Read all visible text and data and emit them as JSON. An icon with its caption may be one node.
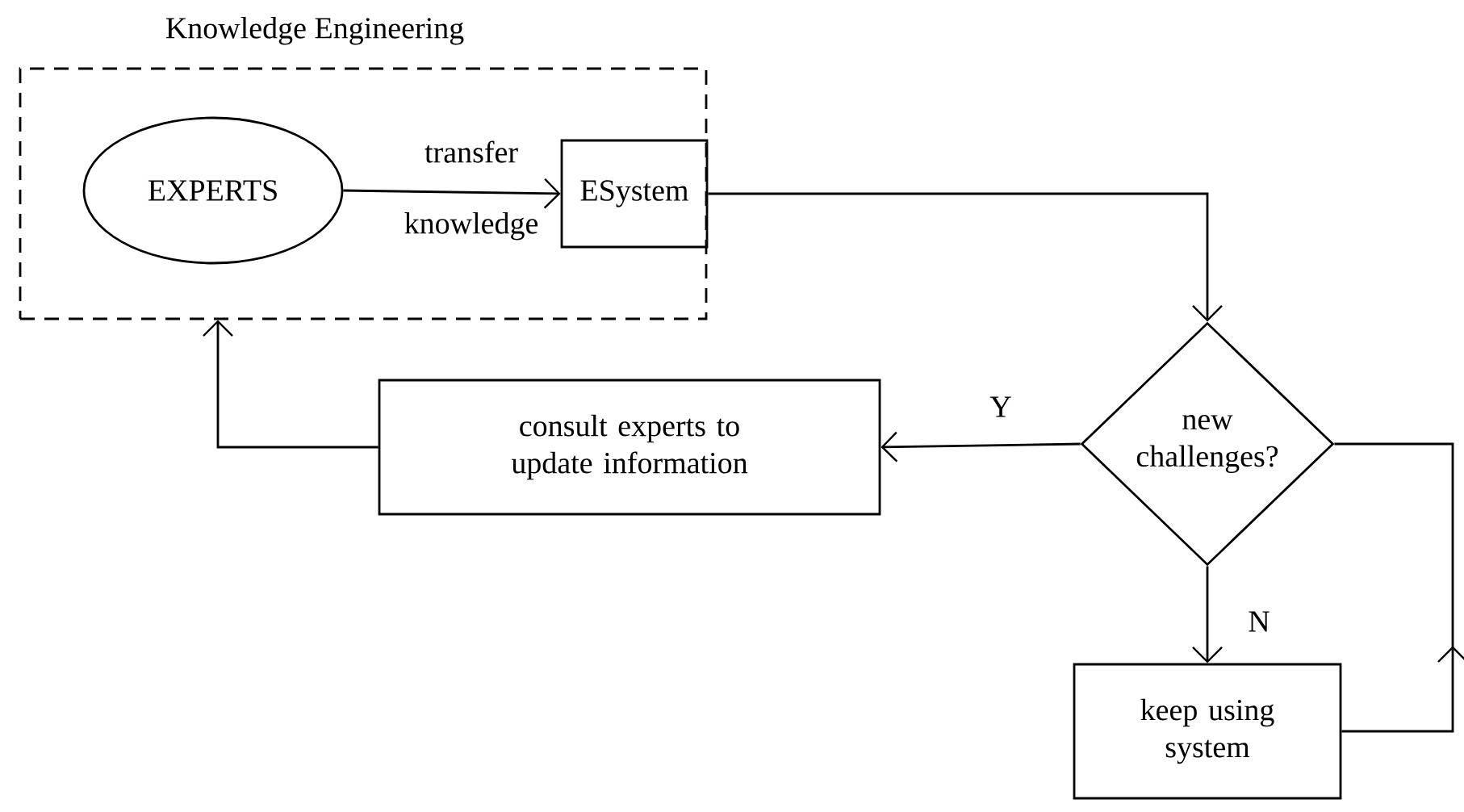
{
  "diagram": {
    "nodes": [
      {
        "text": [
          "Knowledge Engineering"
        ]
      },
      {
        "text": [
          "EXPERTS"
        ],
        "in": 0
      },
      {
        "text": [
          "ESystem"
        ],
        "in": 0
      },
      {
        "text": [
          "new challenges?"
        ]
      },
      {
        "text": [
          "consult experts to update information"
        ]
      },
      {
        "text": [
          "keep using system"
        ]
      }
    ],
    "edges": [
      {
        "from": 1,
        "to": 2,
        "arrow": "to",
        "label": "transfer knowledge"
      },
      {
        "from": 2,
        "to": 3,
        "arrow": "to"
      },
      {
        "from": 3,
        "to": 4,
        "arrow": "to",
        "label": "Y"
      },
      {
        "from": 4,
        "to": 0,
        "arrow": "to"
      },
      {
        "from": 3,
        "to": 5,
        "arrow": "to",
        "label": "N"
      },
      {
        "from": 5,
        "to": 3,
        "arrow": "to"
      }
    ]
  }
}
